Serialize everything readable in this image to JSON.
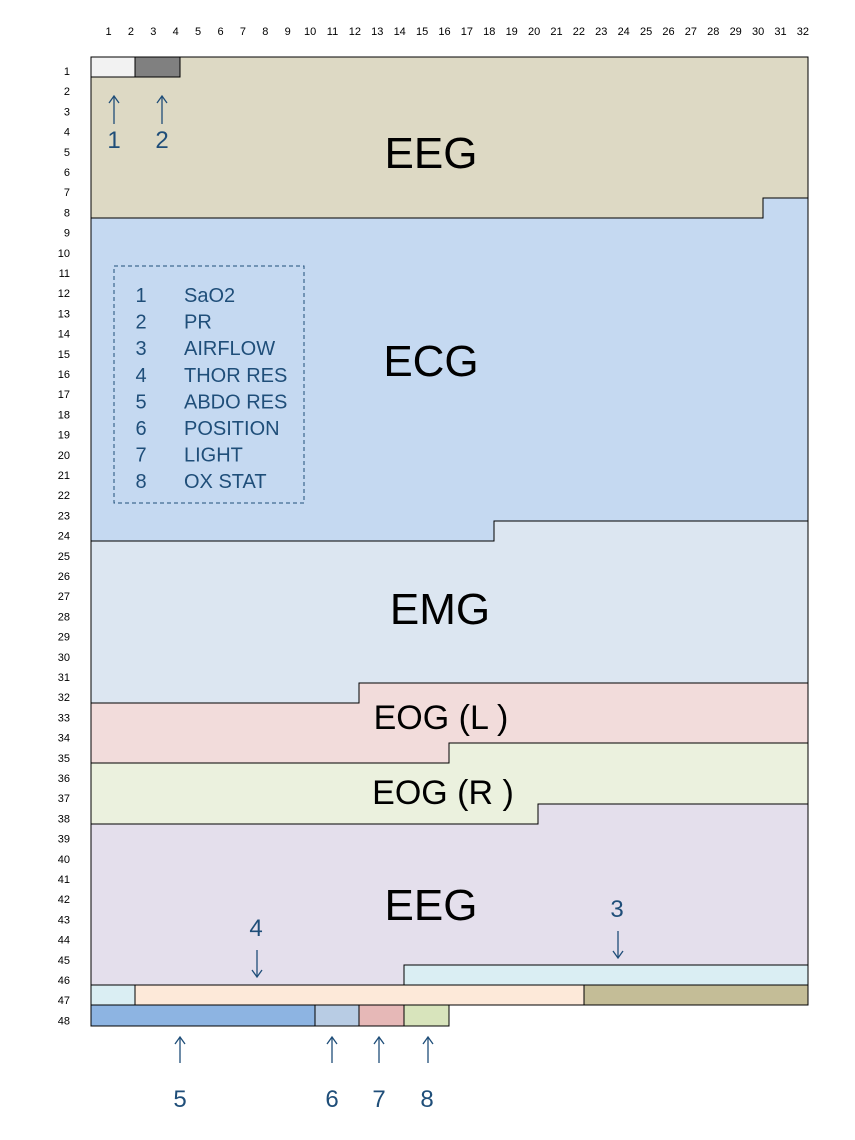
{
  "columns": [
    "1",
    "2",
    "3",
    "4",
    "5",
    "6",
    "7",
    "8",
    "9",
    "10",
    "11",
    "12",
    "13",
    "14",
    "15",
    "16",
    "17",
    "18",
    "19",
    "20",
    "21",
    "22",
    "23",
    "24",
    "25",
    "26",
    "27",
    "28",
    "29",
    "30",
    "31",
    "32"
  ],
  "rows": [
    "1",
    "2",
    "3",
    "4",
    "5",
    "6",
    "7",
    "8",
    "9",
    "10",
    "11",
    "12",
    "13",
    "14",
    "15",
    "16",
    "17",
    "18",
    "19",
    "20",
    "21",
    "22",
    "23",
    "24",
    "25",
    "26",
    "27",
    "28",
    "29",
    "30",
    "31",
    "32",
    "33",
    "34",
    "35",
    "36",
    "37",
    "38",
    "39",
    "40",
    "41",
    "42",
    "43",
    "44",
    "45",
    "46",
    "47",
    "48"
  ],
  "regions": {
    "eeg_top": {
      "label": "EEG",
      "color": "#ddd9c4"
    },
    "ecg": {
      "label": "ECG",
      "color": "#c5d9f1"
    },
    "emg": {
      "label": "EMG",
      "color": "#dce6f1"
    },
    "eog_left": {
      "label": "EOG (L )",
      "color": "#f2dcdb"
    },
    "eog_right": {
      "label": "EOG (R )",
      "color": "#ebf1de"
    },
    "eeg_bottom": {
      "label": "EEG",
      "color": "#e4dfec"
    }
  },
  "channel_colors": {
    "sao2": "#f2f2f2",
    "pr": "#808080",
    "airflow": "#daeef3",
    "thor_res": "#fde9d9",
    "thor_res_tail": "#c4bd97",
    "abdo_res": "#8db4e2",
    "position": "#b8cce4",
    "light": "#e6b8b7",
    "ox_stat": "#d8e4bc"
  },
  "arrows": {
    "a1": "1",
    "a2": "2",
    "a3": "3",
    "a4": "4",
    "a5": "5",
    "a6": "6",
    "a7": "7",
    "a8": "8"
  },
  "legend": [
    {
      "num": "1",
      "name": "SaO2"
    },
    {
      "num": "2",
      "name": "PR"
    },
    {
      "num": "3",
      "name": "AIRFLOW"
    },
    {
      "num": "4",
      "name": "THOR RES"
    },
    {
      "num": "5",
      "name": "ABDO RES"
    },
    {
      "num": "6",
      "name": "POSITION"
    },
    {
      "num": "7",
      "name": "LIGHT"
    },
    {
      "num": "8",
      "name": "OX STAT"
    }
  ]
}
